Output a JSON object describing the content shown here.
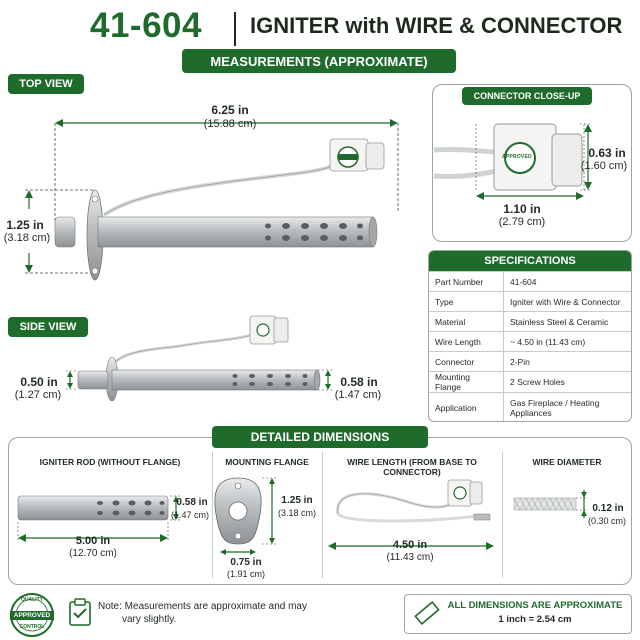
{
  "header": {
    "part_number": "41-604",
    "title": "IGNITER with WIRE & CONNECTOR"
  },
  "measurements_banner": "MEASUREMENTS (APPROXIMATE)",
  "top_view": {
    "label": "TOP VIEW",
    "length": {
      "in": "6.25 in",
      "cm": "(15.88 cm)"
    },
    "height": {
      "in": "1.25 in",
      "cm": "(3.18 cm)"
    }
  },
  "side_view": {
    "label": "SIDE VIEW",
    "left": {
      "in": "0.50 in",
      "cm": "(1.27 cm)"
    },
    "right": {
      "in": "0.58 in",
      "cm": "(1.47 cm)"
    }
  },
  "connector": {
    "label": "CONNECTOR CLOSE-UP",
    "height": {
      "in": "0.63 in",
      "cm": "(1.60 cm)"
    },
    "width": {
      "in": "1.10 in",
      "cm": "(2.79 cm)"
    },
    "badge": "APPROVED"
  },
  "specs": {
    "title": "SPECIFICATIONS",
    "rows": [
      {
        "k": "Part Number",
        "v": "41-604"
      },
      {
        "k": "Type",
        "v": "Igniter with Wire & Connector"
      },
      {
        "k": "Material",
        "v": "Stainless Steel & Ceramic"
      },
      {
        "k": "Wire Length",
        "v": "~ 4.50 in (11.43 cm)"
      },
      {
        "k": "Connector",
        "v": "2-Pin"
      },
      {
        "k": "Mounting Flange",
        "v": "2 Screw Holes"
      },
      {
        "k": "Application",
        "v": "Gas Fireplace / Heating Appliances"
      }
    ]
  },
  "detailed": {
    "label": "DETAILED DIMENSIONS",
    "rod": {
      "title": "IGNITER ROD (WITHOUT FLANGE)",
      "dia": {
        "in": "0.58 in",
        "cm": "(1.47 cm)"
      },
      "len": {
        "in": "5.00 in",
        "cm": "(12.70 cm)"
      }
    },
    "flange": {
      "title": "MOUNTING FLANGE",
      "h": {
        "in": "1.25 in",
        "cm": "(3.18 cm)"
      },
      "w": {
        "in": "0.75 in",
        "cm": "(1.91 cm)"
      }
    },
    "wire": {
      "title": "WIRE LENGTH (FROM BASE TO CONNECTOR)",
      "len": {
        "in": "4.50 in",
        "cm": "(11.43 cm)"
      }
    },
    "diameter": {
      "title": "WIRE DIAMETER",
      "d": {
        "in": "0.12 in",
        "cm": "(0.30 cm)"
      }
    }
  },
  "footer": {
    "seal_top": "QUALITY",
    "seal_mid": "APPROVED",
    "seal_bottom": "CONTROL",
    "note_line1": "Note: Measurements are approximate and may",
    "note_line2": "vary slightly.",
    "all_dims": "ALL DIMENSIONS ARE APPROXIMATE",
    "conversion": "1 inch = 2.54 cm"
  },
  "colors": {
    "brand": "#1f6b2c",
    "steel": "#c9ccce"
  }
}
